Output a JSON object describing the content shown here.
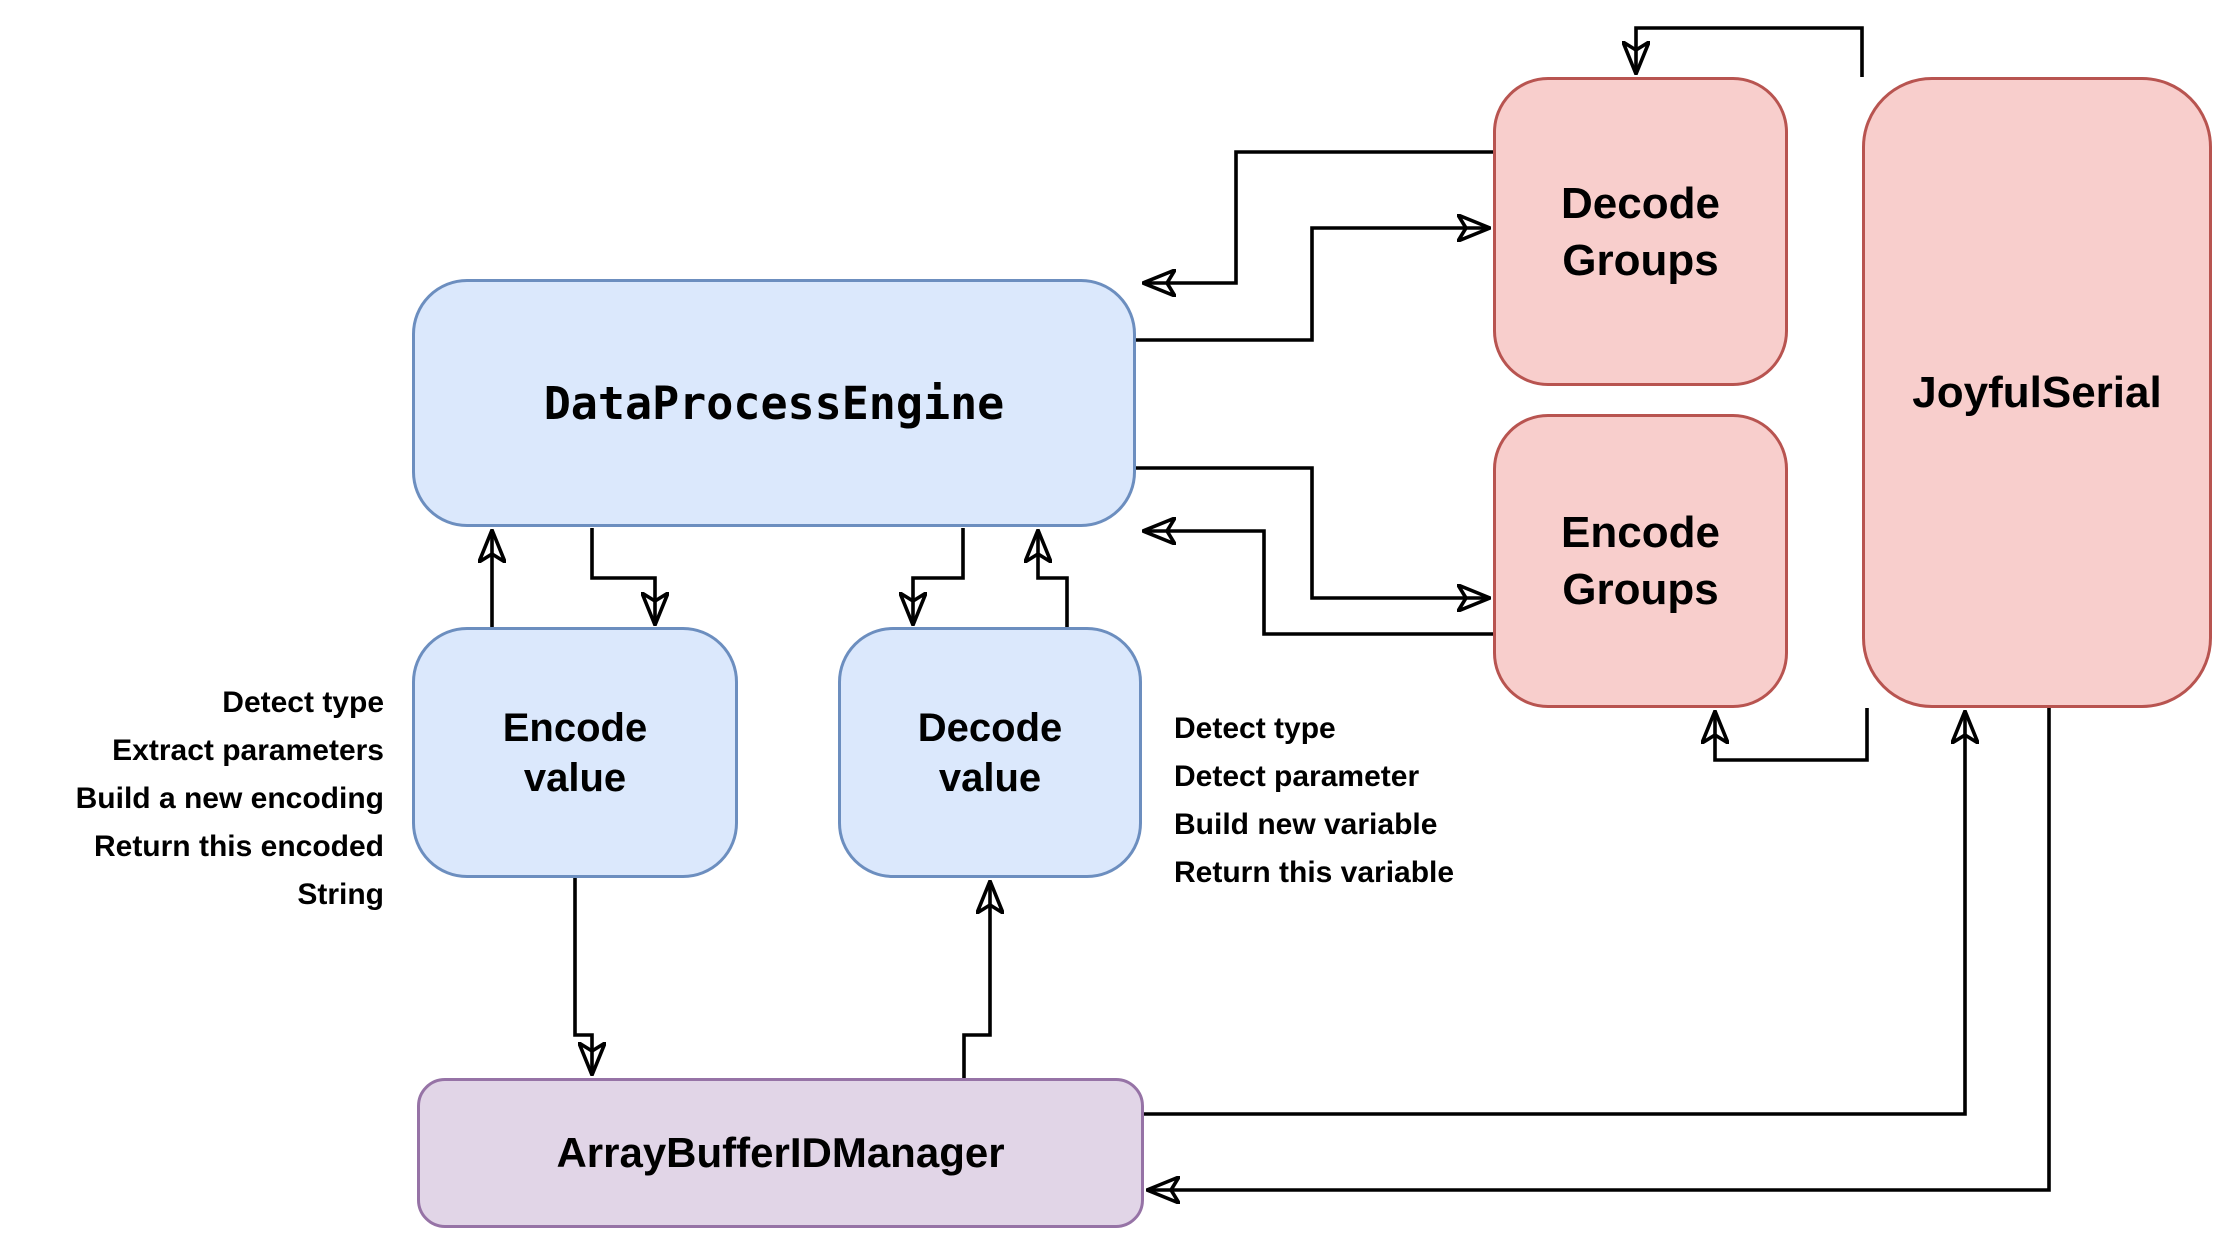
{
  "diagram": {
    "nodes": {
      "data_process_engine": {
        "label": "DataProcessEngine"
      },
      "decode_groups": {
        "line1": "Decode",
        "line2": "Groups"
      },
      "encode_groups": {
        "line1": "Encode",
        "line2": "Groups"
      },
      "joyful_serial": {
        "label": "JoyfulSerial"
      },
      "encode_value": {
        "line1": "Encode",
        "line2": "value"
      },
      "decode_value": {
        "line1": "Decode",
        "line2": "value"
      },
      "array_buffer_id_manager": {
        "label": "ArrayBufferIDManager"
      }
    },
    "notes_left": {
      "lines": [
        "Detect type",
        "Extract parameters",
        "Build a new encoding",
        "Return this encoded",
        "String"
      ]
    },
    "notes_right": {
      "lines": [
        "Detect type",
        "Detect parameter",
        "Build new variable",
        "Return this variable"
      ]
    },
    "colors": {
      "blue_fill": "#dbe8fc",
      "blue_stroke": "#6c8ebf",
      "red_fill": "#f8cecc",
      "red_stroke": "#b85450",
      "purple_fill": "#e1d5e7",
      "purple_stroke": "#9673a6",
      "connector": "#000000",
      "background": "#ffffff"
    }
  }
}
